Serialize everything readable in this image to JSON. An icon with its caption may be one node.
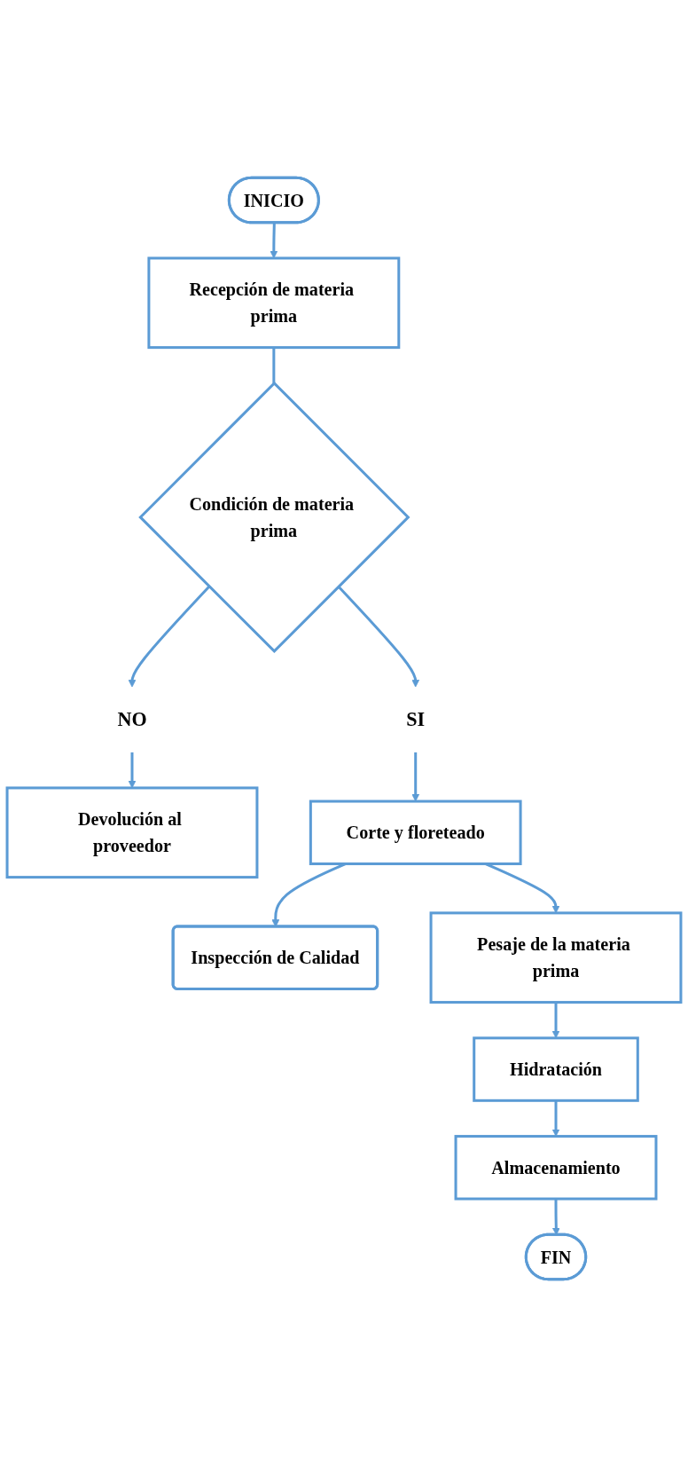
{
  "diagram": {
    "nodes": [
      {
        "text": [
          "INICIO"
        ]
      },
      {
        "text": [
          "Recepción de materia prima"
        ]
      },
      {
        "text": [
          "Condición de materia prima"
        ]
      },
      {
        "text": [
          "NO"
        ]
      },
      {
        "text": [
          "Devolución al proveedor"
        ]
      },
      {
        "text": [
          "SI"
        ]
      },
      {
        "text": [
          "Corte y floreteado"
        ]
      },
      {
        "text": [
          "Inspección de Calidad"
        ]
      },
      {
        "text": [
          "Pesaje de la materia prima"
        ]
      },
      {
        "text": [
          "Hidratación"
        ]
      },
      {
        "text": [
          "Almacenamiento"
        ]
      },
      {
        "text": [
          "FIN"
        ]
      }
    ],
    "edges": [
      {
        "from": 0,
        "to": 1,
        "arrow": "to"
      },
      {
        "from": 1,
        "to": 2,
        "arrow": "none"
      },
      {
        "from": 2,
        "to": 3,
        "arrow": "to"
      },
      {
        "from": 3,
        "to": 4,
        "arrow": "to"
      },
      {
        "from": 2,
        "to": 5,
        "arrow": "to"
      },
      {
        "from": 5,
        "to": 6,
        "arrow": "to"
      },
      {
        "from": 6,
        "to": 7,
        "arrow": "to"
      },
      {
        "from": 6,
        "to": 8,
        "arrow": "to"
      },
      {
        "from": 8,
        "to": 9,
        "arrow": "to"
      },
      {
        "from": 9,
        "to": 10,
        "arrow": "to"
      },
      {
        "from": 10,
        "to": 11,
        "arrow": "to"
      }
    ]
  }
}
